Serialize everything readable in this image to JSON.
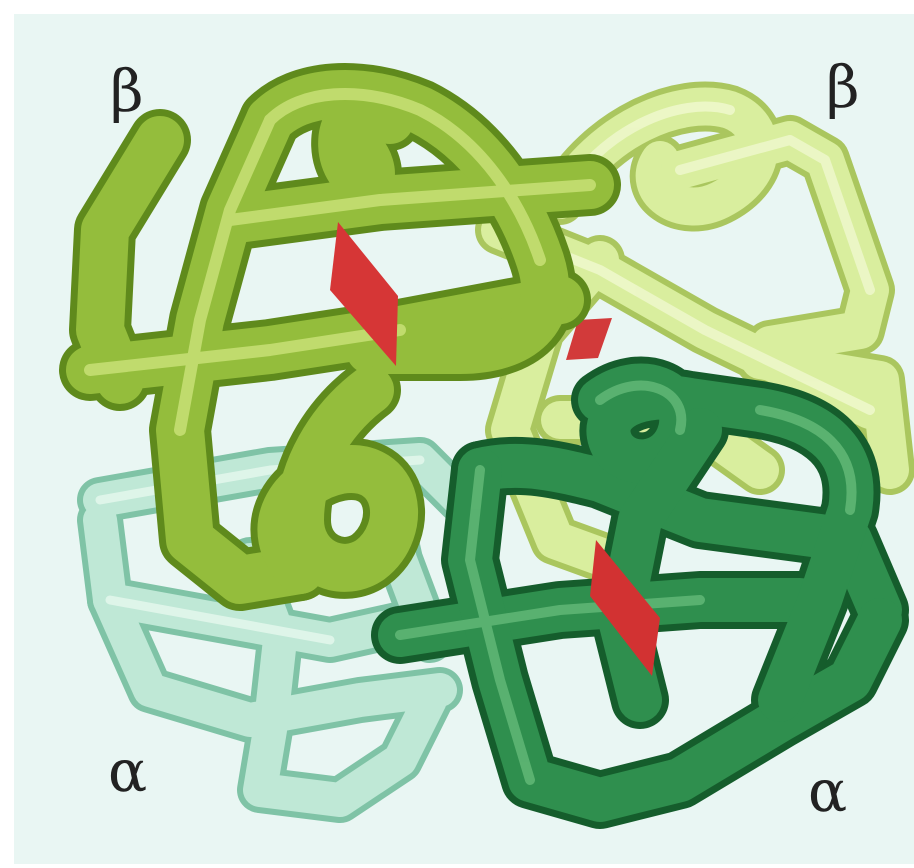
{
  "labels": {
    "beta_left": "β",
    "beta_right": "β",
    "alpha_left": "α",
    "alpha_right": "α"
  },
  "colors": {
    "background": "#e9f6f3",
    "beta_left_chain": "#8fb838",
    "beta_right_chain": "#d6ec9a",
    "alpha_left_chain": "#b5e3cf",
    "alpha_right_chain": "#2f8f4e",
    "heme": "#d23a3a"
  },
  "icons": [
    "hemoglobin-structure"
  ]
}
